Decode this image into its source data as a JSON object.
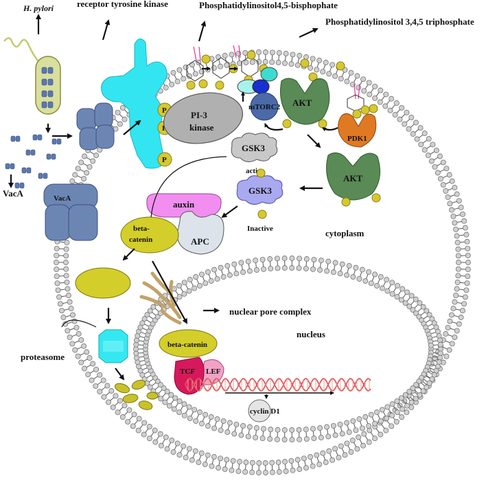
{
  "labels": {
    "h_pylori": "H. pylori",
    "receptor_tyrosine_kinase": "receptor tyrosine kinase",
    "pip2": "Phosphatidylinositol4,5-bisphophate",
    "pip3": "Phosphatidylinositol 3,4,5 triphosphate",
    "vaca_toxin": "VacA",
    "vaca_channel": "VacA",
    "p": "P",
    "pi3k_line1": "PI-3",
    "pi3k_line2": "kinase",
    "mtorc2": "mTORC2",
    "akt_membrane": "AKT",
    "akt_cytoplasm": "AKT",
    "pdk1": "PDK1",
    "gsk3_active": "GSK3",
    "active": "active",
    "gsk3_inactive": "GSK3",
    "inactive": "Inactive",
    "auxin": "auxin",
    "beta_catenin_line1": "beta-",
    "beta_catenin_line2": "catenin",
    "apc": "APC",
    "cytoplasm": "cytoplasm",
    "nuclear_pore_complex": "nuclear pore complex",
    "nucleus": "nucleus",
    "proteasome": "proteasome",
    "beta_catenin_nucleus": "beta-catenin",
    "tcf": "TCF",
    "lef": "LEF",
    "cyclin_d1": "cyclin D1"
  },
  "colors": {
    "membrane_bead": "#d0d0d0",
    "membrane_tail": "#555555",
    "receptor": "#33e5f0",
    "phosphate": "#d6c832",
    "pi3k": "#b0b0b0",
    "akt": "#5a8a55",
    "pdk1": "#e07a22",
    "gsk3_active": "#c8c8c8",
    "gsk3_inactive": "#a9a9f0",
    "auxin": "#f18ef0",
    "beta_catenin": "#d4ce2a",
    "apc": "#dde3ea",
    "vaca": "#6c86b4",
    "mtorc2": "#4a6aa8",
    "proteasome": "#34e8f2",
    "tcf": "#d8185c",
    "lef": "#f2a2c6",
    "dna": "#e05a5a",
    "h_pylori_body": "#d9df9c"
  }
}
